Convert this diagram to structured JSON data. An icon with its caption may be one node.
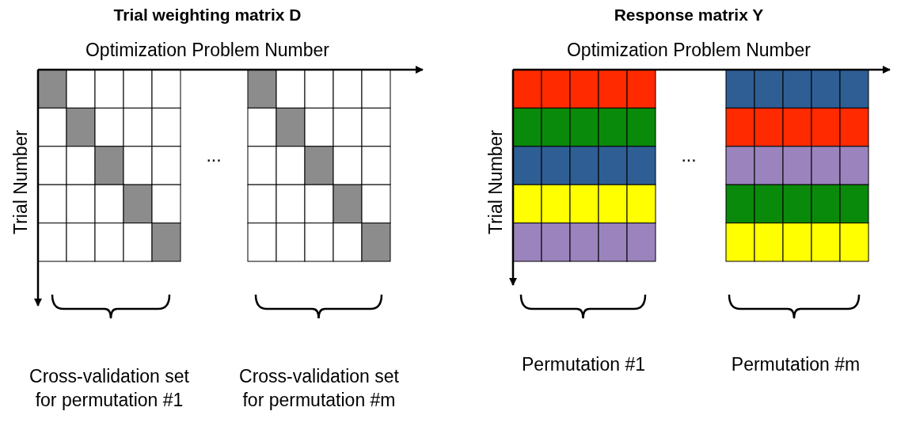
{
  "diagram": {
    "labels": [
      "Trial weighting matrix D",
      "Optimization Problem Number",
      "Trial Number",
      "...",
      "Cross-validation set for permutation #1",
      "Cross-validation set for permutation #m",
      "Response matrix Y",
      "Optimization Problem Number",
      "Trial Number",
      "...",
      "Permutation #1",
      "Permutation #m"
    ]
  }
}
